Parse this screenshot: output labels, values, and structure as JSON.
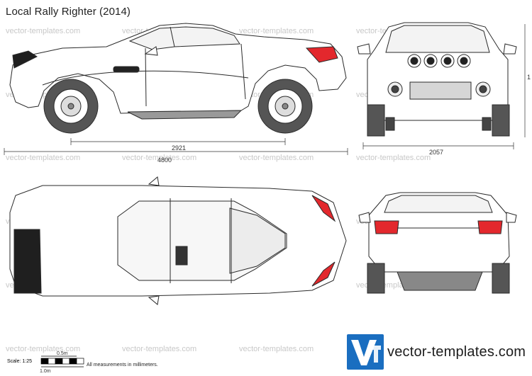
{
  "title": "Local Rally Righter (2014)",
  "watermark": "vector-templates.com",
  "dimensions": {
    "wheelbase": "2921",
    "length": "4800",
    "width": "2057",
    "height_partial": "1"
  },
  "scale": {
    "label": "Scale: 1:25",
    "half_meter": "0.5m",
    "one_meter": "1.0m"
  },
  "note": "All measurements in millimeters.",
  "brand": {
    "text": "vector-templates.com",
    "logo_icon": "vt-logo-icon",
    "logo_color": "#1a6ec0"
  },
  "colors": {
    "taillight": "#e3282d",
    "tire": "#555555",
    "body_fill": "#ffffff",
    "glass": "#f0f0f0",
    "line": "#2a2a2a"
  }
}
